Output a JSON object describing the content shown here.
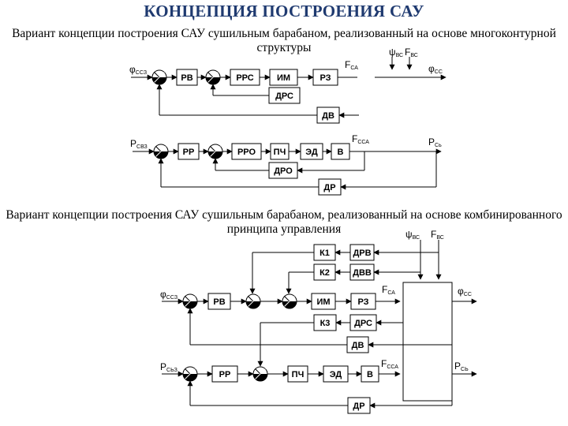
{
  "title": "КОНЦЕПЦИЯ ПОСТРОЕНИЯ САУ",
  "variant1_caption": "Вариант концепции построения САУ сушильным барабаном, реализованный на основе многоконтурной структуры",
  "variant2_caption": "Вариант концепции построения САУ сушильным барабаном, реализованный на основе комбинированного принципа управления",
  "diagram1": {
    "blocks": {
      "rv": "РВ",
      "rrs": "РРС",
      "im": "ИМ",
      "rz": "РЗ",
      "drs": "ДРС",
      "dv": "ДВ"
    },
    "signals": {
      "phi_ccz": {
        "main": "φ",
        "sub": "ССЗ"
      },
      "psi_vs": {
        "main": "ψ",
        "sub": "ВС"
      },
      "f_vs": {
        "main": "F",
        "sub": "ВС"
      },
      "f_sa": {
        "main": "F",
        "sub": "СА"
      },
      "phi_cc": {
        "main": "φ",
        "sub": "СС"
      }
    }
  },
  "diagram2": {
    "blocks": {
      "rr": "РР",
      "rro": "РРО",
      "pch": "ПЧ",
      "ed": "ЭД",
      "v": "В",
      "dro": "ДРО",
      "dr": "ДР"
    },
    "signals": {
      "p_cbz": {
        "main": "P",
        "sub": "СВЗ"
      },
      "f_cca": {
        "main": "F",
        "sub": "ССА"
      },
      "p_cb": {
        "main": "P",
        "sub": "Сь"
      }
    }
  },
  "diagram3": {
    "blocks": {
      "k1": "К1",
      "drv": "ДРВ",
      "k2": "К2",
      "dvv": "ДВВ",
      "rv": "РВ",
      "im": "ИМ",
      "rz": "РЗ",
      "k3": "К3",
      "drs": "ДРС",
      "dv": "ДВ",
      "rr": "РР",
      "pch": "ПЧ",
      "ed": "ЭД",
      "v": "В",
      "dr": "ДР"
    },
    "signals": {
      "psi_vs": {
        "main": "ψ",
        "sub": "ВС"
      },
      "f_vs": {
        "main": "F",
        "sub": "ВС"
      },
      "phi_ccz": {
        "main": "φ",
        "sub": "ССЗ"
      },
      "f_sa": {
        "main": "F",
        "sub": "СА"
      },
      "phi_cc": {
        "main": "φ",
        "sub": "СС"
      },
      "p_cbz": {
        "main": "P",
        "sub": "СЬЗ"
      },
      "f_cca": {
        "main": "F",
        "sub": "ССА"
      },
      "p_cb": {
        "main": "P",
        "sub": "СЬ"
      }
    }
  }
}
